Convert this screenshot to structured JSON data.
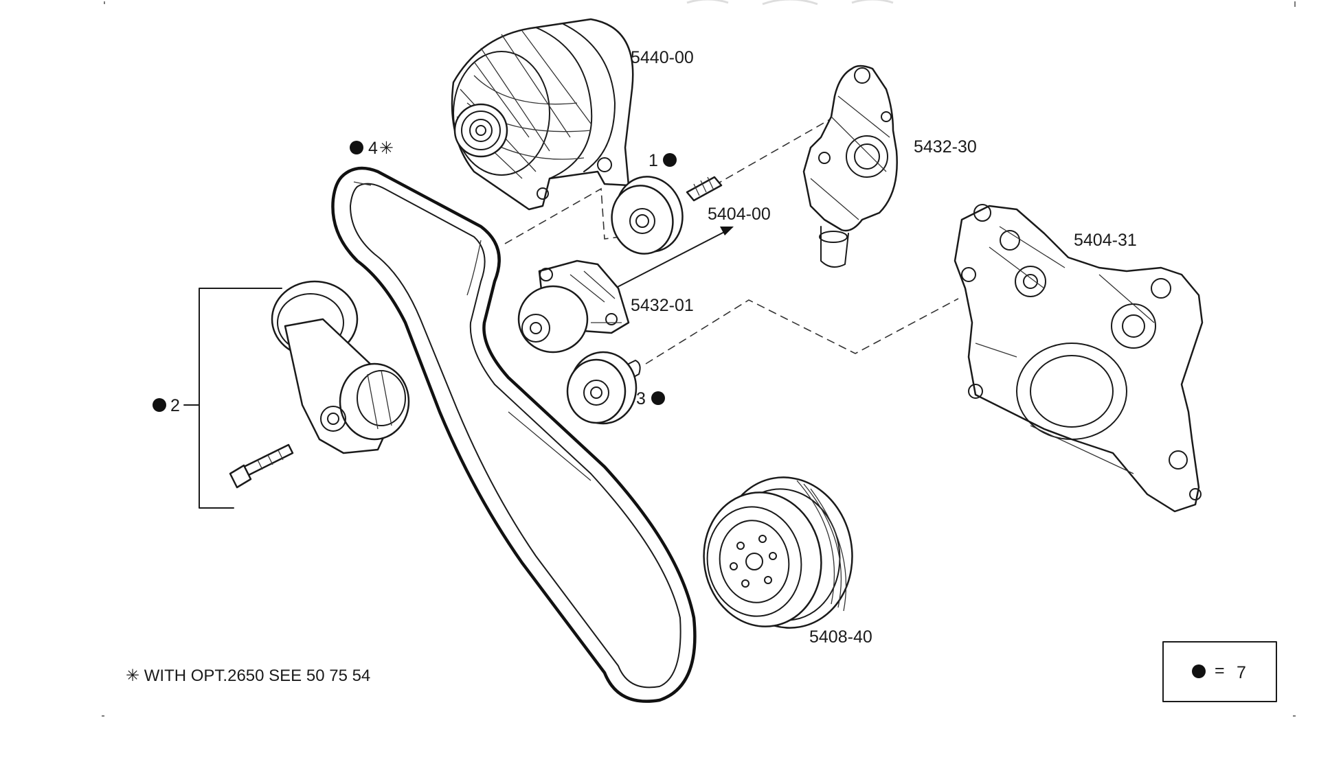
{
  "diagram": {
    "parts": {
      "alternator": "5440-00",
      "water_pump": "5432-30",
      "idler_upper": "5404-00",
      "timing_cover": "5404-31",
      "tensioner_housing": "5432-01",
      "damper_pulley": "5408-40"
    },
    "callouts": {
      "belt_num": "4",
      "belt_mark": "✳",
      "idler_bolt_num": "1",
      "tensioner_assy_num": "2",
      "idler_lower_num": "3"
    },
    "footnote": "✳ WITH OPT.2650 SEE 50 75 54",
    "legend": {
      "equals": "=",
      "value": "7"
    }
  }
}
